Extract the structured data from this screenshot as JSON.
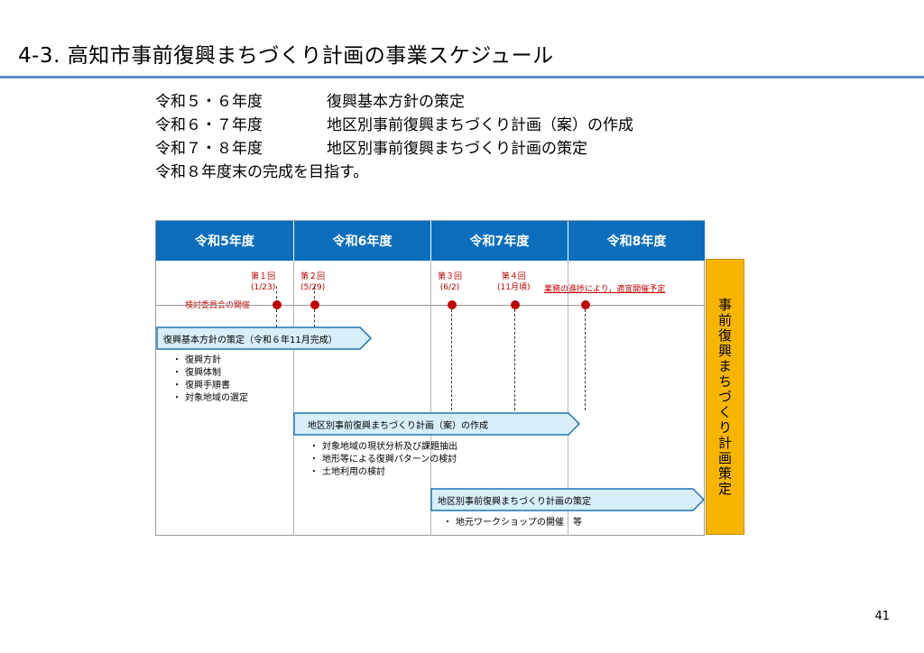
{
  "page": {
    "title": "4-3. 高知市事前復興まちづくり計画の事業スケジュール",
    "page_number": "41"
  },
  "summary": [
    {
      "years": "令和５・６年度",
      "desc": "復興基本方針の策定"
    },
    {
      "years": "令和６・７年度",
      "desc": "地区別事前復興まちづくり計画（案）の作成"
    },
    {
      "years": "令和７・８年度",
      "desc": "地区別事前復興まちづくり計画の策定"
    },
    {
      "years": "",
      "desc": "令和８年度末の完成を目指す。"
    }
  ],
  "chart": {
    "years": [
      "令和5年度",
      "令和6年度",
      "令和7年度",
      "令和8年度"
    ],
    "meeting_row_label": "検討委員会の開催",
    "meetings": [
      {
        "label": "第１回",
        "date": "(1/23)"
      },
      {
        "label": "第２回",
        "date": "(5/29)"
      },
      {
        "label": "第３回",
        "date": "(6/2)"
      },
      {
        "label": "第４回",
        "date": "(11月頃)"
      }
    ],
    "meeting_note": "業務の進捗により，適宜開催予定",
    "phases": [
      {
        "label": "復興基本方針の策定（令和６年11月完成）",
        "bullets": [
          "復興方針",
          "復興体制",
          "復興手順書",
          "対象地域の選定"
        ]
      },
      {
        "label": "地区別事前復興まちづくり計画（案）の作成",
        "bullets": [
          "対象地域の現状分析及び課題抽出",
          "地形等による復興パターンの検討",
          "土地利用の検討"
        ]
      },
      {
        "label": "地区別事前復興まちづくり計画の策定",
        "bullets": [
          "地元ワークショップの開催　等"
        ]
      }
    ],
    "goal_label": "事前復興まちづくり計画策定"
  },
  "colors": {
    "header_blue": "#0a6ebd",
    "meeting_red": "#c00000",
    "goal_orange": "#f7b500",
    "arrow_fill": "#d8eef9",
    "arrow_stroke": "#1e74b8"
  }
}
